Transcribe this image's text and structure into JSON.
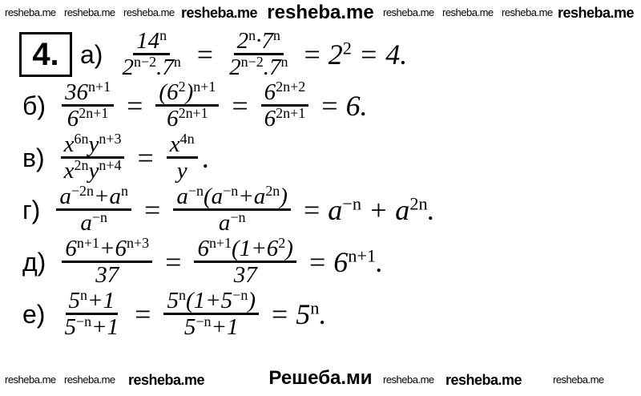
{
  "header": "resheba.me",
  "footer": "Решеба.ми",
  "problem_number": "4.",
  "watermarks": [
    "resheba.me",
    "resheba.me",
    "resheba.me",
    "resheba.me",
    "resheba.me",
    "resheba.me",
    "resheba.me",
    "resheba.me",
    "resheba.me",
    "resheba.me",
    "resheba.me",
    "resheba.me",
    "resheba.me",
    "resheba.me"
  ],
  "rows": [
    {
      "label": "а)",
      "parts": [
        {
          "type": "frac",
          "num": [
            [
              "14",
              "n"
            ]
          ],
          "den": [
            [
              "2",
              "n−2"
            ],
            [
              ".7",
              "n"
            ]
          ]
        },
        {
          "type": "op",
          "text": "="
        },
        {
          "type": "frac",
          "num": [
            [
              "2",
              "n"
            ],
            [
              "·7",
              "n"
            ]
          ],
          "den": [
            [
              "2",
              "n−2"
            ],
            [
              ".7",
              "n"
            ]
          ]
        },
        {
          "type": "op",
          "text": "="
        },
        {
          "type": "expr",
          "terms": [
            [
              "2",
              "2"
            ],
            [
              " = 4.",
              ""
            ]
          ]
        }
      ]
    },
    {
      "label": "б)",
      "parts": [
        {
          "type": "frac",
          "num": [
            [
              "36",
              "n+1"
            ]
          ],
          "den": [
            [
              "6",
              "2n+1"
            ]
          ]
        },
        {
          "type": "op",
          "text": "="
        },
        {
          "type": "frac",
          "num": [
            [
              "(6",
              ""
            ],
            [
              "",
              "2"
            ],
            [
              ")",
              "n+1"
            ]
          ],
          "den": [
            [
              "6",
              "2n+1"
            ]
          ]
        },
        {
          "type": "op",
          "text": "="
        },
        {
          "type": "frac",
          "num": [
            [
              "6",
              "2n+2"
            ]
          ],
          "den": [
            [
              "6",
              "2n+1"
            ]
          ]
        },
        {
          "type": "op",
          "text": "="
        },
        {
          "type": "expr",
          "terms": [
            [
              "6.",
              ""
            ]
          ]
        }
      ]
    },
    {
      "label": "в)",
      "parts": [
        {
          "type": "frac",
          "num": [
            [
              "x",
              "6n"
            ],
            [
              "y",
              "n+3"
            ]
          ],
          "den": [
            [
              "x",
              "2n"
            ],
            [
              "y",
              "n+4"
            ]
          ]
        },
        {
          "type": "op",
          "text": "="
        },
        {
          "type": "frac",
          "num": [
            [
              "x",
              "4n"
            ]
          ],
          "den": [
            [
              "y",
              ""
            ]
          ]
        },
        {
          "type": "expr",
          "terms": [
            [
              ".",
              ""
            ]
          ]
        }
      ]
    },
    {
      "label": "г)",
      "parts": [
        {
          "type": "frac",
          "num": [
            [
              "a",
              "−2n"
            ],
            [
              "+a",
              "n"
            ]
          ],
          "den": [
            [
              "a",
              "−n"
            ]
          ]
        },
        {
          "type": "op",
          "text": "="
        },
        {
          "type": "frac",
          "num": [
            [
              "a",
              "−n"
            ],
            [
              "(a",
              "−n"
            ],
            [
              "+a",
              "2n"
            ],
            [
              ")",
              ""
            ]
          ],
          "den": [
            [
              "a",
              "−n"
            ]
          ]
        },
        {
          "type": "op",
          "text": "="
        },
        {
          "type": "expr",
          "terms": [
            [
              "a",
              "−n"
            ],
            [
              " + a",
              "2n"
            ],
            [
              ".",
              ""
            ]
          ]
        }
      ]
    },
    {
      "label": "д)",
      "parts": [
        {
          "type": "frac",
          "num": [
            [
              "6",
              "n+1"
            ],
            [
              "+6",
              "n+3"
            ]
          ],
          "den": [
            [
              "37",
              ""
            ]
          ]
        },
        {
          "type": "op",
          "text": "="
        },
        {
          "type": "frac",
          "num": [
            [
              "6",
              "n+1"
            ],
            [
              "(1+6",
              ""
            ],
            [
              "",
              "2"
            ],
            [
              ")",
              ""
            ]
          ],
          "den": [
            [
              "37",
              ""
            ]
          ]
        },
        {
          "type": "op",
          "text": "="
        },
        {
          "type": "expr",
          "terms": [
            [
              "6",
              "n+1"
            ],
            [
              ".",
              ""
            ]
          ]
        }
      ]
    },
    {
      "label": "е)",
      "parts": [
        {
          "type": "frac",
          "num": [
            [
              "5",
              "n"
            ],
            [
              "+1",
              ""
            ]
          ],
          "den": [
            [
              "5",
              "−n"
            ],
            [
              "+1",
              ""
            ]
          ]
        },
        {
          "type": "op",
          "text": "="
        },
        {
          "type": "frac",
          "num": [
            [
              "5",
              "n"
            ],
            [
              "(1+5",
              ""
            ],
            [
              "",
              "−n"
            ],
            [
              ")",
              ""
            ]
          ],
          "den": [
            [
              "5",
              "−n"
            ],
            [
              "+1",
              ""
            ]
          ]
        },
        {
          "type": "op",
          "text": "="
        },
        {
          "type": "expr",
          "terms": [
            [
              "5",
              "n"
            ],
            [
              ".",
              ""
            ]
          ]
        }
      ]
    }
  ]
}
